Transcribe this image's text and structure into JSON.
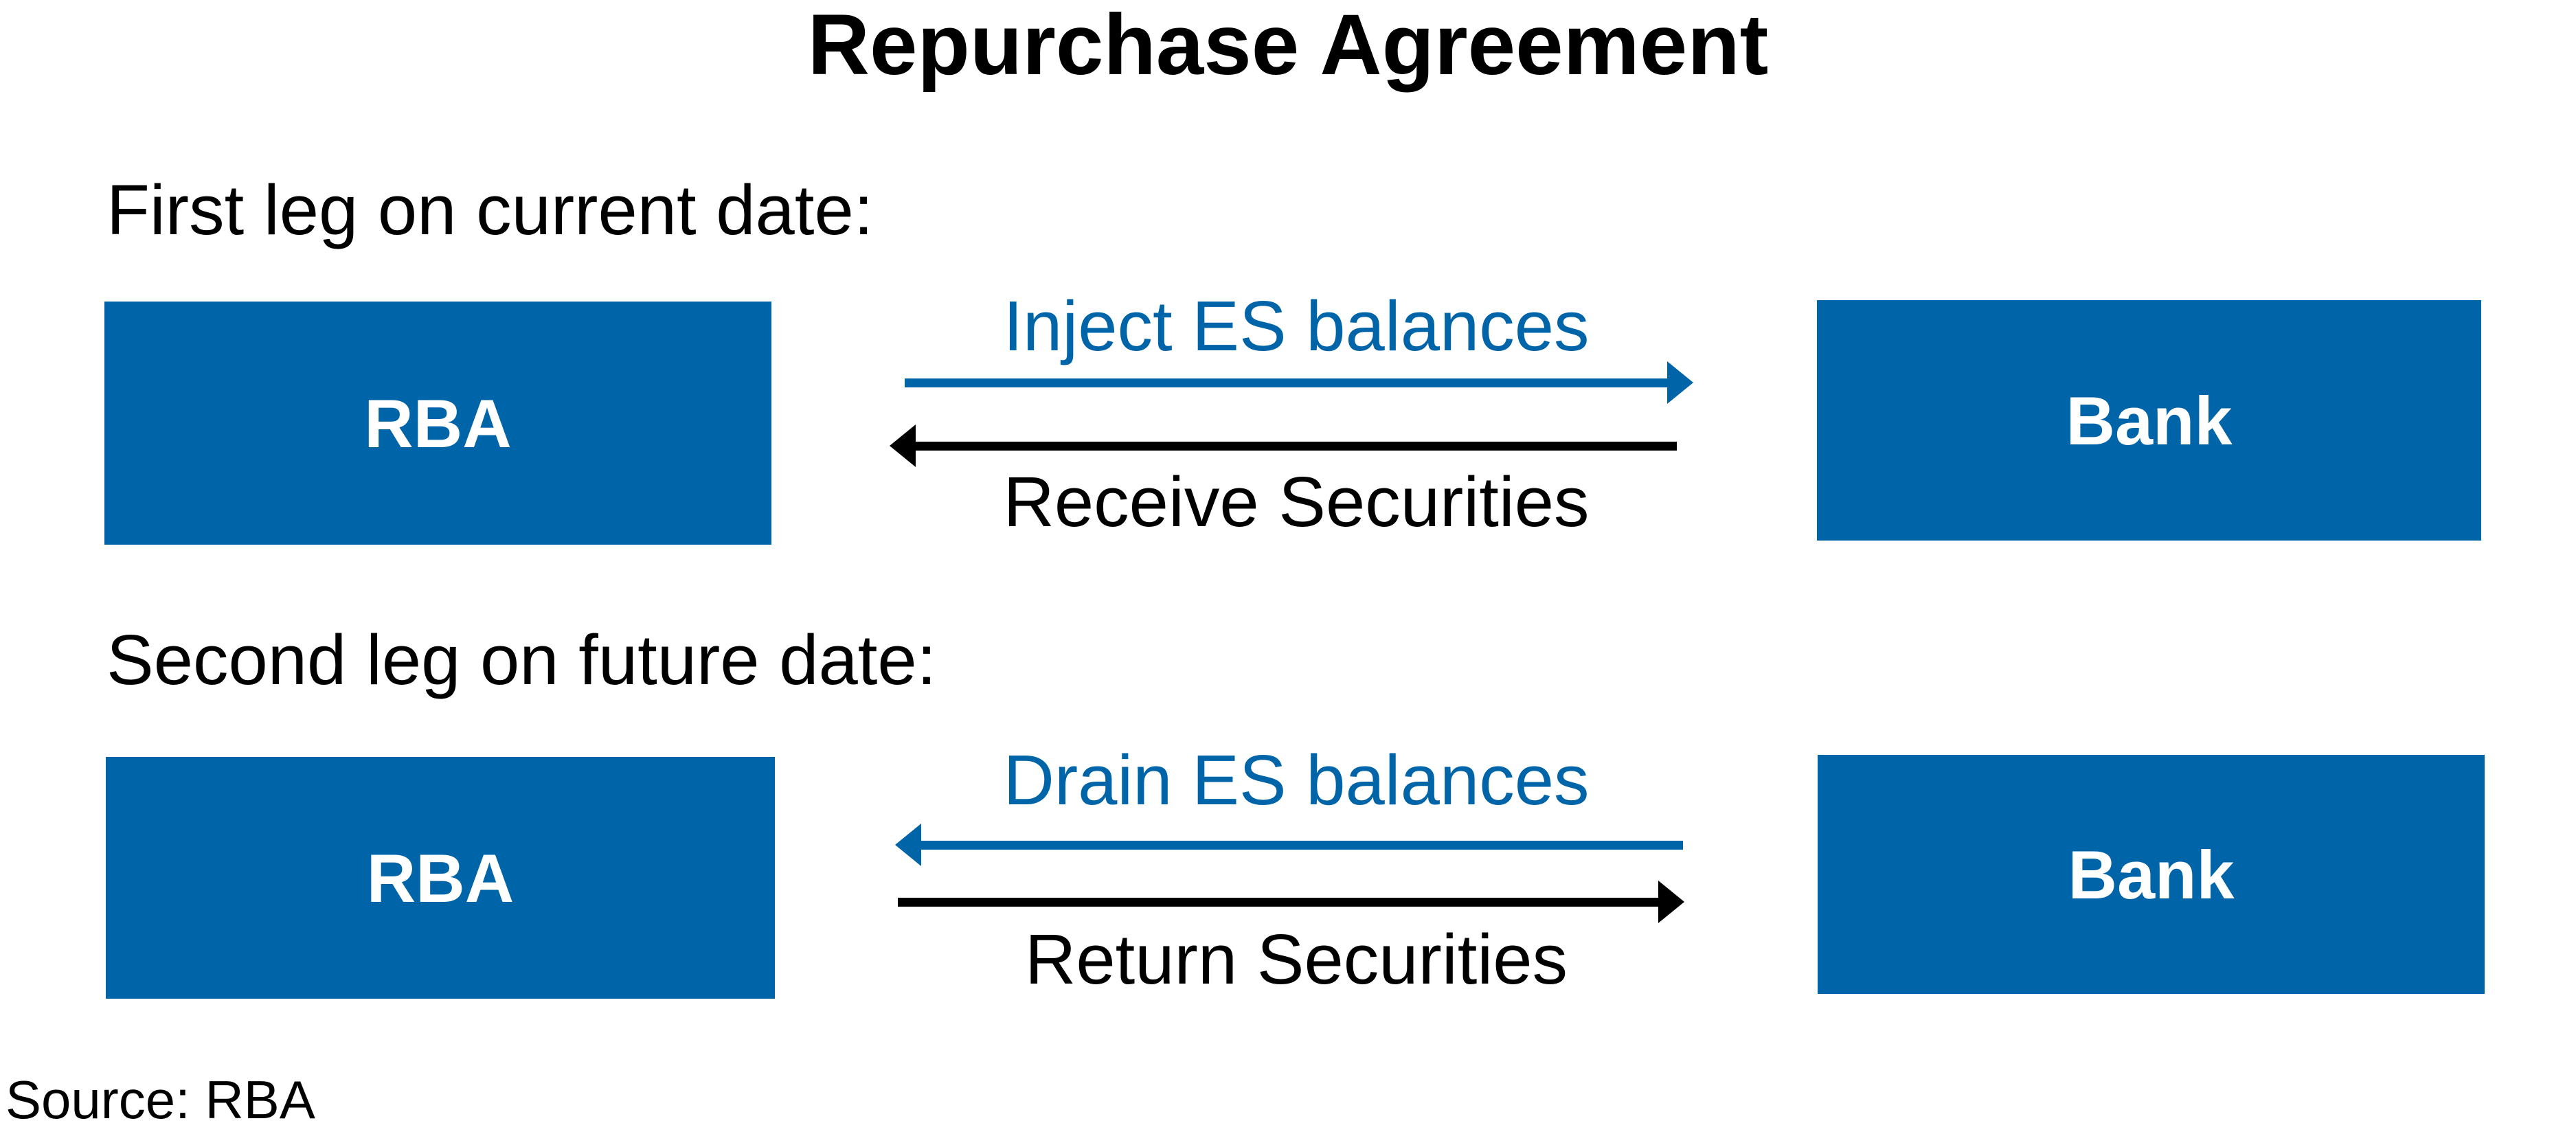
{
  "title": "Repurchase Agreement",
  "colors": {
    "blue": "#0065A8",
    "black": "#000000",
    "white": "#FFFFFF"
  },
  "source_note": "Source: RBA",
  "legs": [
    {
      "label": "First leg on current date:",
      "left_box": "RBA",
      "right_box": "Bank",
      "top_arrow": {
        "label": "Inject ES balances",
        "color": "blue",
        "direction": "right",
        "from": "RBA",
        "to": "Bank"
      },
      "bottom_arrow": {
        "label": "Receive Securities",
        "color": "black",
        "direction": "left",
        "from": "Bank",
        "to": "RBA"
      }
    },
    {
      "label": "Second leg on future date:",
      "left_box": "RBA",
      "right_box": "Bank",
      "top_arrow": {
        "label": "Drain ES balances",
        "color": "blue",
        "direction": "left",
        "from": "Bank",
        "to": "RBA"
      },
      "bottom_arrow": {
        "label": "Return Securities",
        "color": "black",
        "direction": "right",
        "from": "RBA",
        "to": "Bank"
      }
    }
  ]
}
